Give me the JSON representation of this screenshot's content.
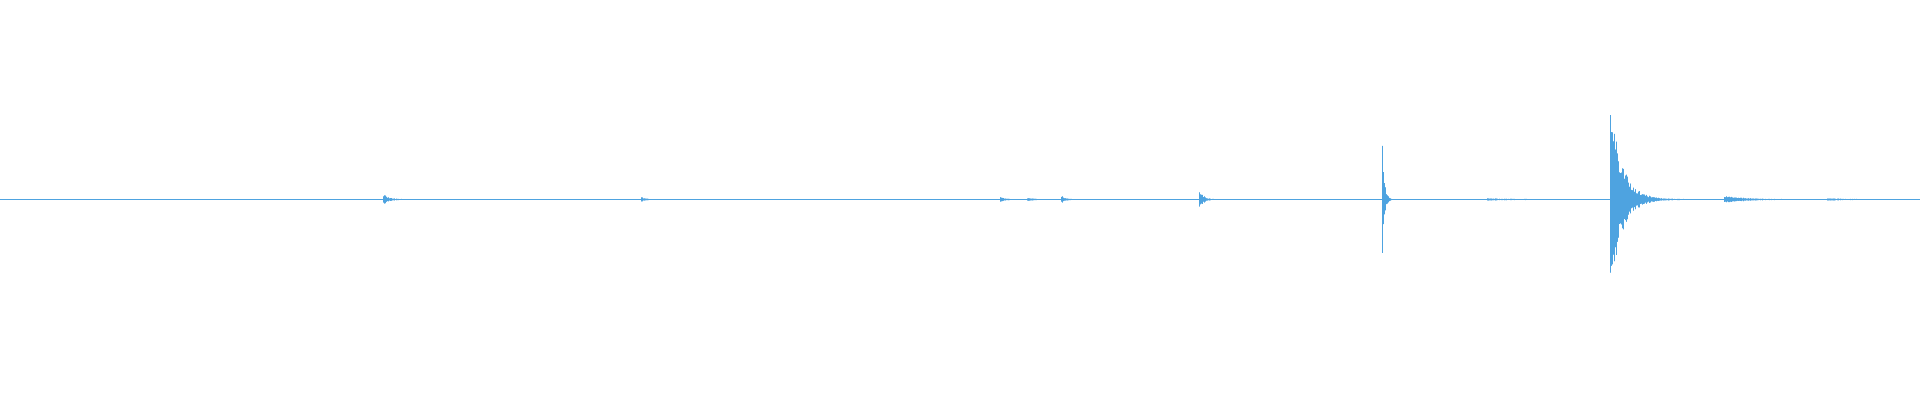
{
  "chart_data": {
    "type": "waveform",
    "color": "#4ea3e0",
    "background": "#ffffff",
    "x_range": [
      0,
      1
    ],
    "amplitude_range": [
      -1,
      1
    ],
    "grid": false,
    "legend": "none",
    "baseline_noise": 0.005,
    "events": [
      {
        "t": 0.2,
        "amp": 0.05,
        "decay": 0.003
      },
      {
        "t": 0.334,
        "amp": 0.025,
        "decay": 0.002
      },
      {
        "t": 0.521,
        "amp": 0.03,
        "decay": 0.002
      },
      {
        "t": 0.535,
        "amp": 0.015,
        "decay": 0.004
      },
      {
        "t": 0.553,
        "amp": 0.035,
        "decay": 0.002
      },
      {
        "t": 0.625,
        "amp": 0.09,
        "decay": 0.002
      },
      {
        "t": 0.72,
        "amp": 0.6,
        "decay": 0.001
      },
      {
        "t": 0.775,
        "amp": 0.01,
        "decay": 0.012
      },
      {
        "t": 0.839,
        "amp": 1.0,
        "decay": 0.006
      },
      {
        "t": 0.898,
        "amp": 0.04,
        "decay": 0.01
      },
      {
        "t": 0.952,
        "amp": 0.01,
        "decay": 0.01
      }
    ]
  }
}
